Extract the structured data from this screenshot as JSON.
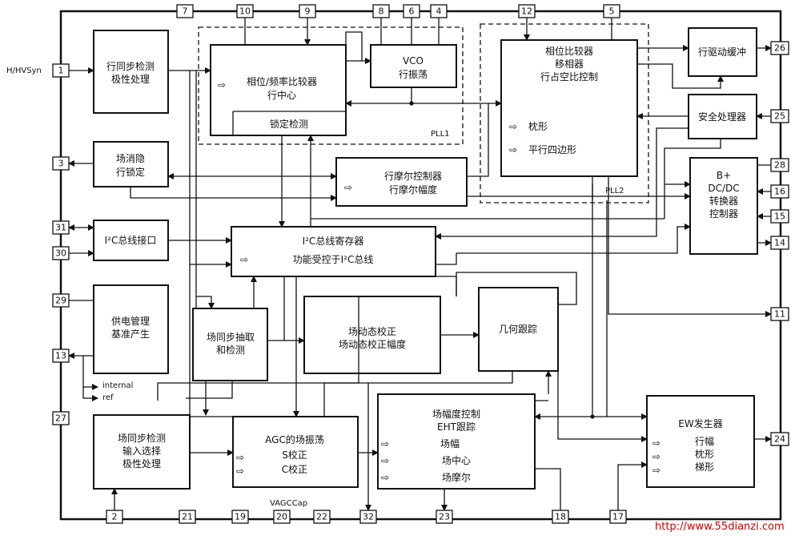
{
  "blocks": {
    "hsync": [
      "行同步检测",
      "极性处理"
    ],
    "phase_freq": [
      "相位/频率比较器",
      "行中心"
    ],
    "lock_detect": "锁定检测",
    "vco": [
      "VCO",
      "行振荡"
    ],
    "phase_comp": [
      "相位比较器",
      "移相器",
      "行占空比控制"
    ],
    "pincushion": "枕形",
    "parallelogram": "平行四边形",
    "hdrive": "行驱动缓冲",
    "safety": "安全处理器",
    "vblank": [
      "场消隐",
      "行锁定"
    ],
    "moire": [
      "行摩尔控制器",
      "行摩尔幅度"
    ],
    "dcdc": [
      "B+",
      "DC/DC",
      "转换器",
      "控制器"
    ],
    "i2c_if": "I²C总线接口",
    "i2c_reg": [
      "I²C总线寄存器",
      "功能受控于I²C总线"
    ],
    "power": [
      "供电管理",
      "基准产生"
    ],
    "vsync_extract": [
      "场同步抽取",
      "和检测"
    ],
    "vdyn": [
      "场动态校正",
      "场动态校正幅度"
    ],
    "geometry": "几何跟踪",
    "vsync_detect": [
      "场同步检测",
      "输入选择",
      "极性处理"
    ],
    "agc": [
      "AGC的场振荡",
      "S校正",
      "C校正"
    ],
    "vamp": [
      "场幅度控制",
      "EHT跟踪",
      "场幅",
      "场中心",
      "场摩尔"
    ],
    "ew": [
      "EW发生器",
      "行幅",
      "枕形",
      "梯形"
    ]
  },
  "labels": {
    "input": "H/HVSyn",
    "pll1": "PLL1",
    "pll2": "PLL2",
    "internal": "internal",
    "ref": "ref",
    "vagccap": "VAGCCap",
    "watermark": "http://www.55dianzi.com"
  },
  "pins": {
    "p1": "1",
    "p2": "2",
    "p3": "3",
    "p4": "4",
    "p5": "5",
    "p6": "6",
    "p7": "7",
    "p8": "8",
    "p9": "9",
    "p10": "10",
    "p11": "11",
    "p12": "12",
    "p13": "13",
    "p14": "14",
    "p15": "15",
    "p16": "16",
    "p17": "17",
    "p18": "18",
    "p19": "19",
    "p20": "20",
    "p21": "21",
    "p22": "22",
    "p23": "23",
    "p24": "24",
    "p25": "25",
    "p26": "26",
    "p27": "27",
    "p28": "28",
    "p29": "29",
    "p30": "30",
    "p31": "31",
    "p32": "32"
  }
}
